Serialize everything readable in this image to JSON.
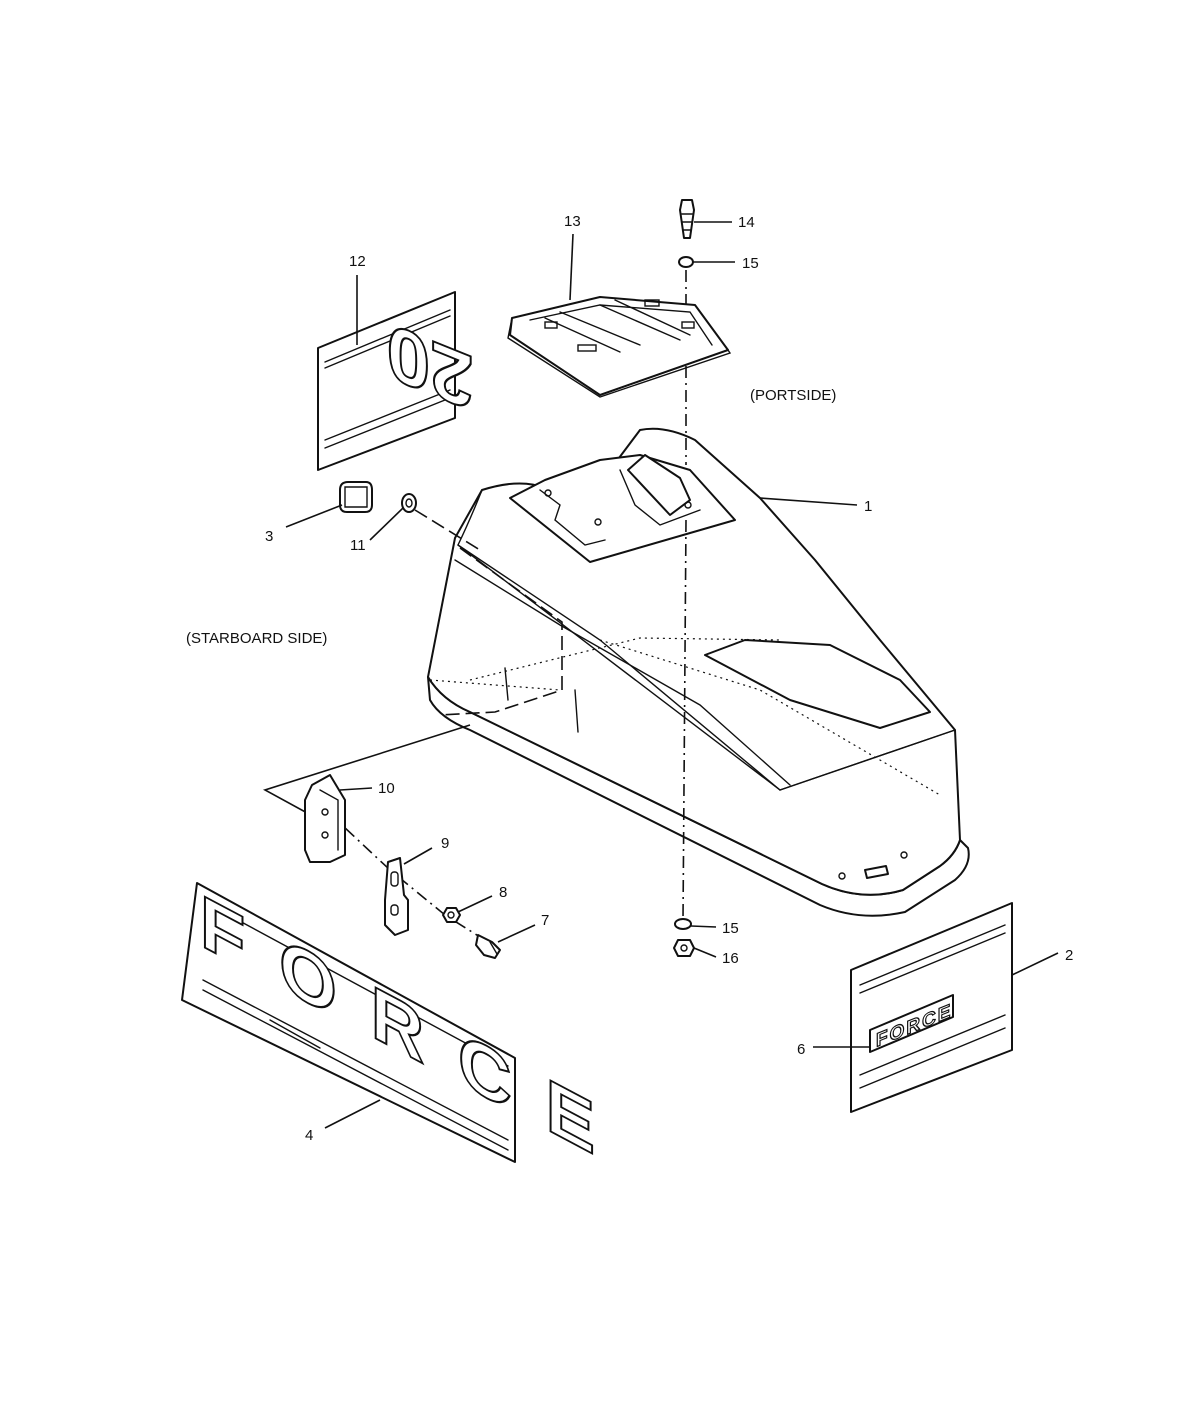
{
  "diagram": {
    "side_labels": {
      "portside": "(PORTSIDE)",
      "starboard": "(STARBOARD SIDE)"
    },
    "decal_texts": {
      "model_number": "20",
      "brand_large": "FORCE",
      "brand_small": "FORCE"
    },
    "callouts": [
      {
        "id": "1",
        "label": "1"
      },
      {
        "id": "2",
        "label": "2"
      },
      {
        "id": "3",
        "label": "3"
      },
      {
        "id": "4",
        "label": "4"
      },
      {
        "id": "6",
        "label": "6"
      },
      {
        "id": "7",
        "label": "7"
      },
      {
        "id": "8",
        "label": "8"
      },
      {
        "id": "9",
        "label": "9"
      },
      {
        "id": "10",
        "label": "10"
      },
      {
        "id": "11",
        "label": "11"
      },
      {
        "id": "12",
        "label": "12"
      },
      {
        "id": "13",
        "label": "13"
      },
      {
        "id": "14",
        "label": "14"
      },
      {
        "id": "15a",
        "label": "15"
      },
      {
        "id": "15b",
        "label": "15"
      },
      {
        "id": "16",
        "label": "16"
      }
    ]
  }
}
